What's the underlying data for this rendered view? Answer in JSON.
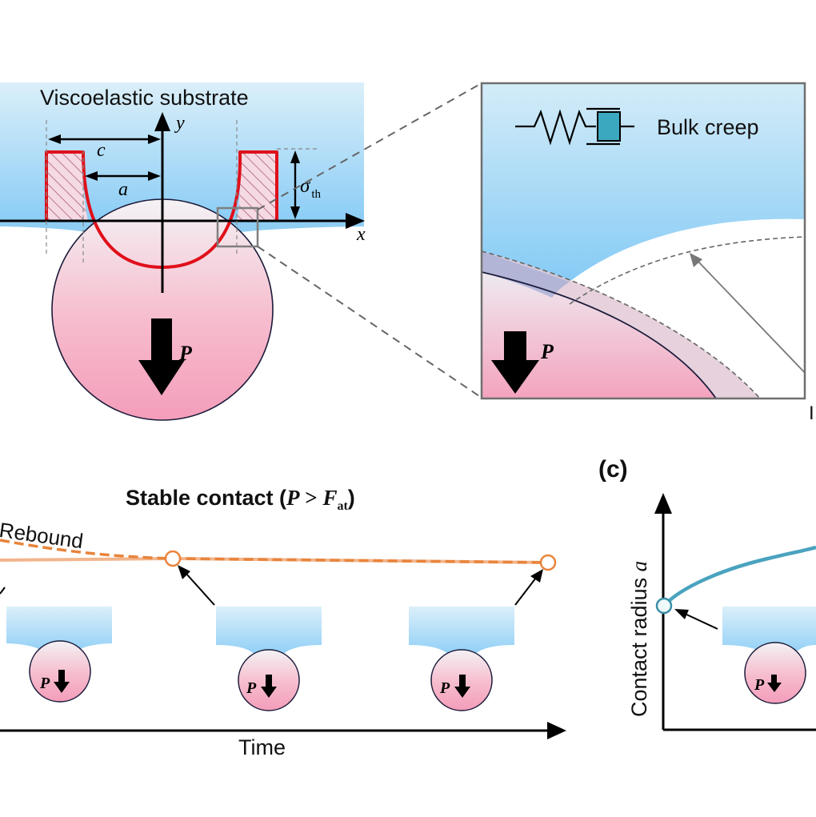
{
  "panel_a": {
    "substrate_label": "Viscoelastic substrate",
    "axis_y": "y",
    "axis_x": "x",
    "dim_c": "c",
    "dim_a": "a",
    "sigma_symbol": "σ",
    "sigma_sub": "th",
    "load_label": "P"
  },
  "panel_a_zoom": {
    "legend_label": "Bulk creep",
    "load_label": "P",
    "cut_label": "I"
  },
  "panel_b": {
    "title_prefix": "Stable contact (",
    "title_math_p": "P",
    "title_math_gt": " > ",
    "title_math_f": "F",
    "title_math_sub": "at",
    "title_suffix": ")",
    "rebound_label": "Rebound",
    "x_axis_label": "Time",
    "load_label": "P"
  },
  "panel_c": {
    "panel_label": "(c)",
    "y_axis_prefix": "Contact radius ",
    "y_axis_var": "a",
    "load_label": "P"
  },
  "colors": {
    "substrate_top": "#d9eef9",
    "substrate_bottom": "#8ccdf5",
    "sphere_top": "#f3f1f3",
    "sphere_bottom": "#f4a5bf",
    "pressure_red": "#e0101a",
    "creep_orange": "#f0a070",
    "rebound_orange": "#e8843c",
    "radius_teal": "#4aa3bf",
    "dashpot_teal": "#3ba8c0"
  }
}
